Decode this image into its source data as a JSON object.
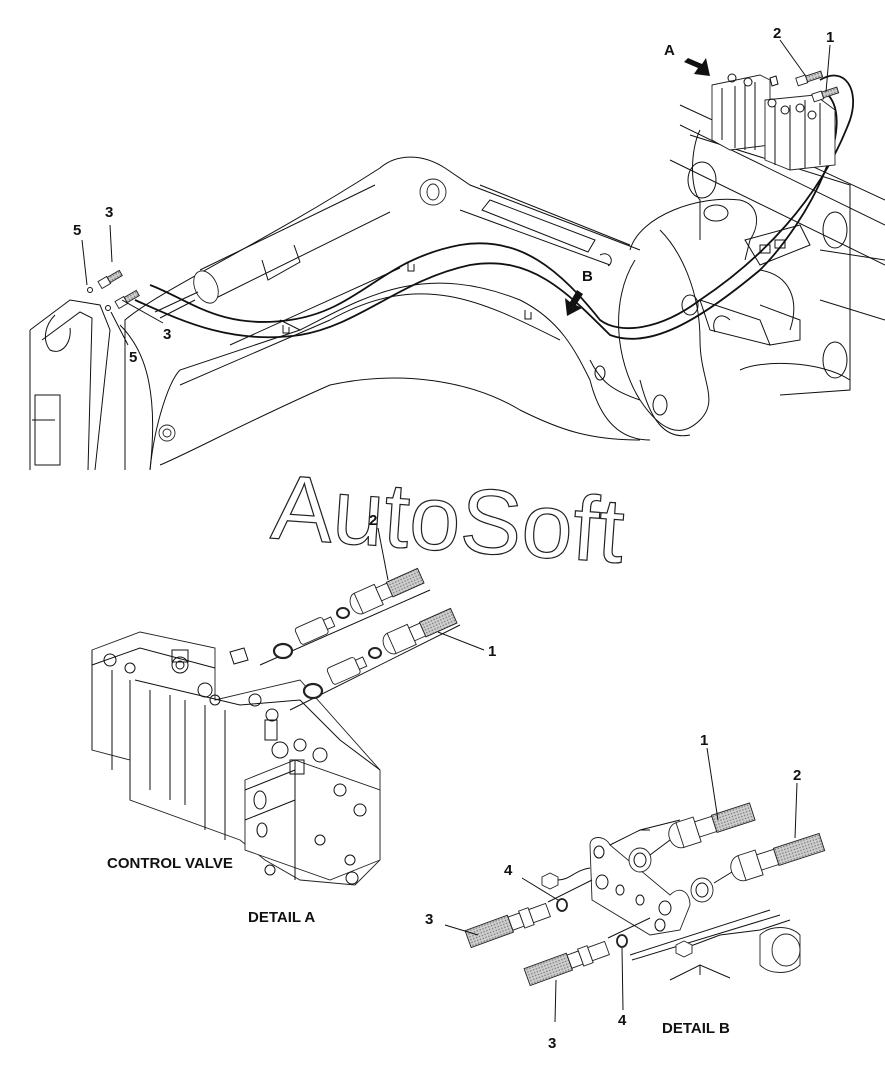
{
  "diagram": {
    "type": "exploded parts illustration",
    "watermark": "AutoSoft",
    "overview": {
      "detail_refs": [
        {
          "id": "A",
          "label": "A"
        },
        {
          "id": "B",
          "label": "B"
        }
      ],
      "callouts": [
        "1",
        "2",
        "3",
        "3",
        "5",
        "5"
      ]
    },
    "detail_a": {
      "caption": "DETAIL A",
      "component_label": "CONTROL VALVE",
      "callouts": [
        "2",
        "1"
      ]
    },
    "detail_b": {
      "caption": "DETAIL B",
      "callouts": [
        "1",
        "2",
        "3",
        "3",
        "4",
        "4"
      ]
    },
    "colors": {
      "line": "#111111",
      "background": "#ffffff",
      "hose_fill": "#9a9a9a"
    }
  }
}
